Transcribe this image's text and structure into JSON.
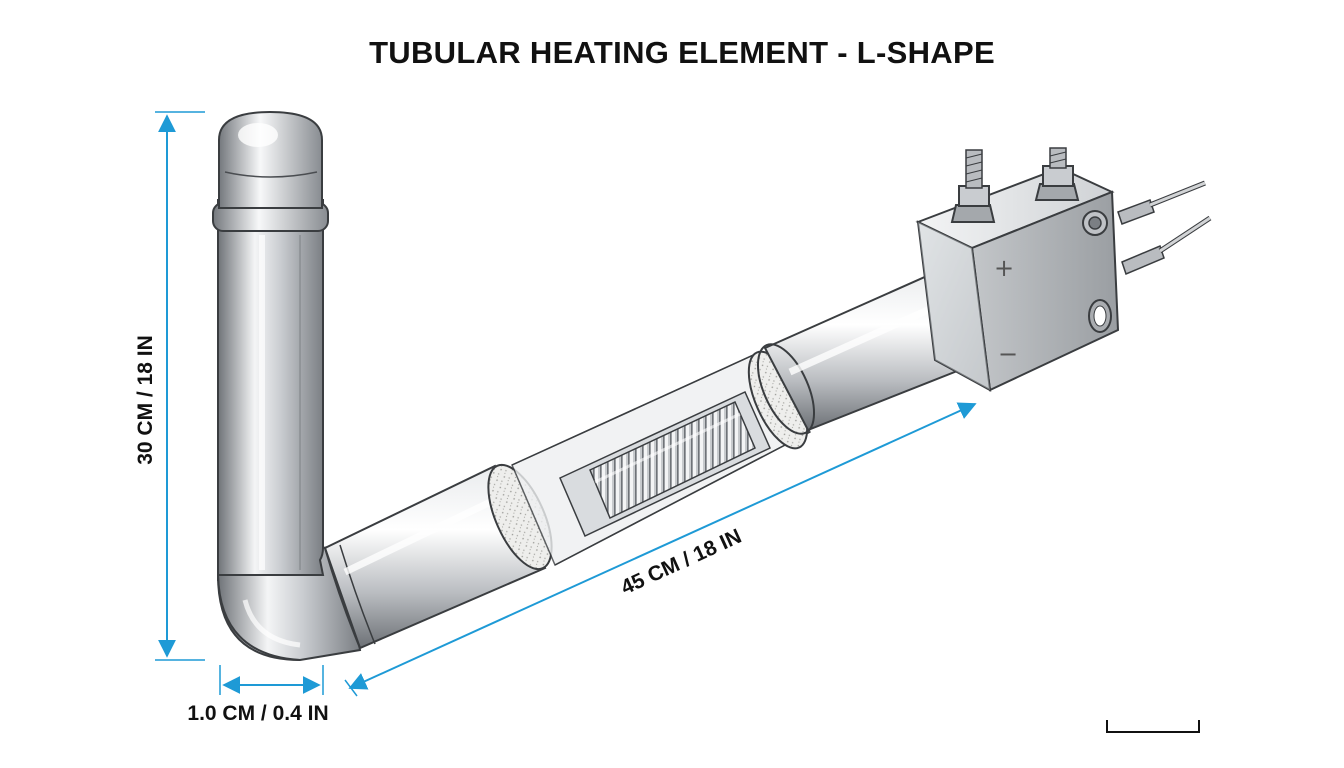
{
  "diagram": {
    "title": "TUBULAR HEATING ELEMENT - L-SHAPE",
    "dimensions": {
      "height": "30 CM / 18 IN",
      "length": "45 CM / 18 IN",
      "diameter": "1.0 CM / 0.4 IN"
    },
    "terminal_signs": {
      "positive": "+",
      "negative": "−"
    },
    "colors": {
      "dimension_line": "#1e9ad6",
      "metal_dark": "#6f7378",
      "metal_light": "#f4f5f6",
      "outline": "#3a3d40"
    }
  }
}
